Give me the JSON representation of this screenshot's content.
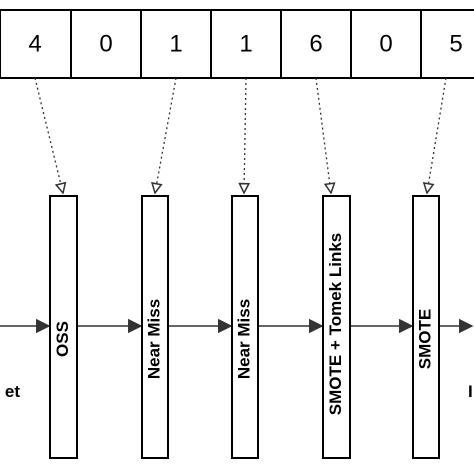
{
  "sequence": {
    "values": [
      "4",
      "0",
      "1",
      "1",
      "6",
      "0",
      "5"
    ]
  },
  "stages": [
    {
      "label": "OSS"
    },
    {
      "label": "Near Miss"
    },
    {
      "label": "Near Miss"
    },
    {
      "label": "SMOTE + Tomek Links"
    },
    {
      "label": "SMOTE"
    }
  ],
  "edge_labels": {
    "left": "et",
    "right": "I"
  }
}
